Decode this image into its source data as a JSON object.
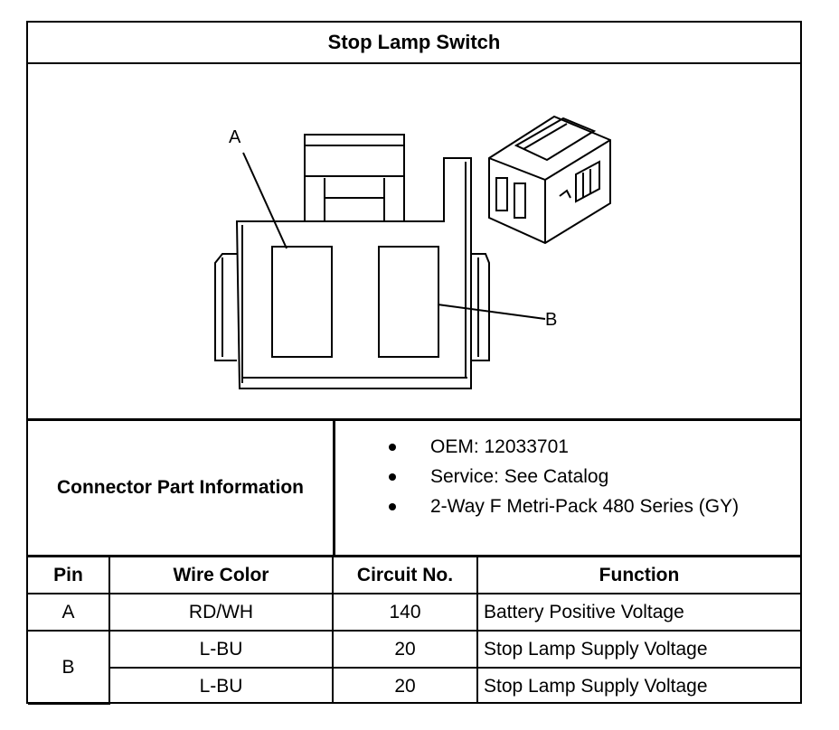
{
  "title": "Stop Lamp Switch",
  "drawing": {
    "label_a": "A",
    "label_b": "B"
  },
  "connector_info": {
    "label": "Connector Part Information",
    "items": [
      "OEM: 12033701",
      "Service: See Catalog",
      "2-Way F Metri-Pack 480 Series (GY)"
    ]
  },
  "pin_table": {
    "headers": [
      "Pin",
      "Wire Color",
      "Circuit No.",
      "Function"
    ],
    "rows": [
      {
        "pin": "A",
        "wire_color": "RD/WH",
        "circuit": "140",
        "function": "Battery Positive Voltage"
      },
      {
        "pin": "B",
        "wire_color": "L-BU",
        "circuit": "20",
        "function": "Stop Lamp Supply Voltage"
      },
      {
        "pin": "",
        "wire_color": "L-BU",
        "circuit": "20",
        "function": "Stop Lamp Supply Voltage"
      }
    ]
  }
}
